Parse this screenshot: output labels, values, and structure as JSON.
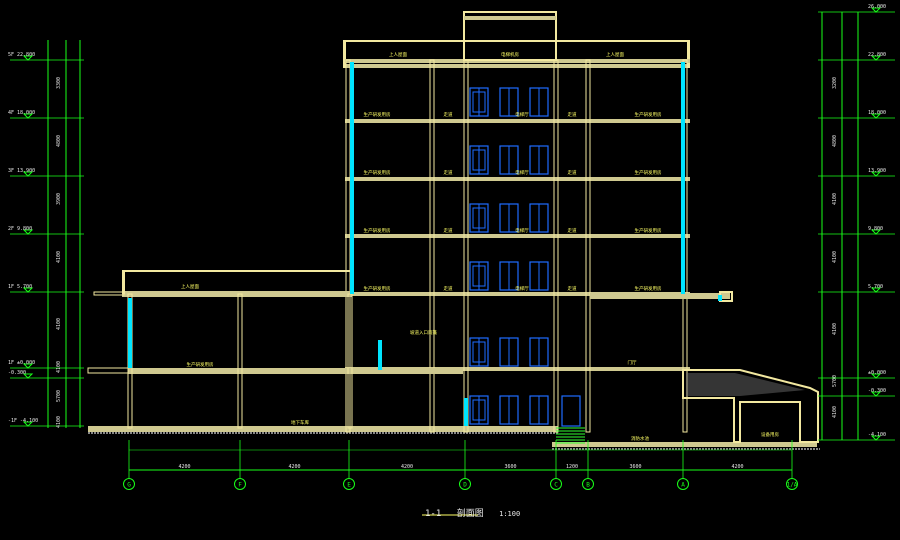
{
  "drawing": {
    "title_number": "1-1",
    "title_name": "剖面图",
    "scale": "1:100",
    "colors": {
      "background": "#000000",
      "structure": "#f2e8a0",
      "slab_fill": "#cfc990",
      "dimension": "#19ff19",
      "window": "#1e6cff",
      "glazing": "#00e5ff",
      "axis": "#19ff19",
      "label": "#ffff66",
      "text_white": "#e8e8e8"
    },
    "axes": [
      "G",
      "F",
      "E",
      "D",
      "C",
      "B",
      "A",
      "1/A"
    ],
    "bottom_dims": [
      "4200",
      "4200",
      "4200",
      "3600",
      "1200",
      "3600",
      "4200"
    ],
    "left_levels": [
      {
        "label": "5F 22.800"
      },
      {
        "label": "4F 18.000"
      },
      {
        "label": "3F 13.900"
      },
      {
        "label": "2F 9.800"
      },
      {
        "label": "1F 5.700"
      },
      {
        "label": "1F ±0.000"
      },
      {
        "label": "-0.300"
      },
      {
        "label": "-1F -4.100"
      }
    ],
    "right_levels": [
      {
        "label": "26.000"
      },
      {
        "label": "22.800"
      },
      {
        "label": "18.000"
      },
      {
        "label": "13.900"
      },
      {
        "label": "9.800"
      },
      {
        "label": "5.700"
      },
      {
        "label": "±0.000"
      },
      {
        "label": "-0.300"
      },
      {
        "label": "-4.100"
      }
    ],
    "left_dims": [
      "3300",
      "4800",
      "3900",
      "4100",
      "4100",
      "4100",
      "5700",
      "4100"
    ],
    "right_dims": [
      "3200",
      "4800",
      "4100",
      "4100",
      "4100",
      "5700",
      "4100"
    ],
    "floor_labels": [
      {
        "text": "生产研发用房"
      },
      {
        "text": "走道"
      },
      {
        "text": "电梯厅"
      },
      {
        "text": "走道"
      },
      {
        "text": "生产研发用房"
      }
    ],
    "roof_labels": [
      {
        "text": "上人屋面"
      },
      {
        "text": "电梯机房"
      },
      {
        "text": "上人屋面"
      }
    ],
    "ground_labels": [
      {
        "text": "生产研发用房"
      },
      {
        "text": "地下车库"
      },
      {
        "text": "消防水池"
      },
      {
        "text": "设备用房"
      },
      {
        "text": "门厅"
      }
    ],
    "ramp_label": "坡道入口雨篷",
    "annex_roof_label": "上人屋面"
  }
}
